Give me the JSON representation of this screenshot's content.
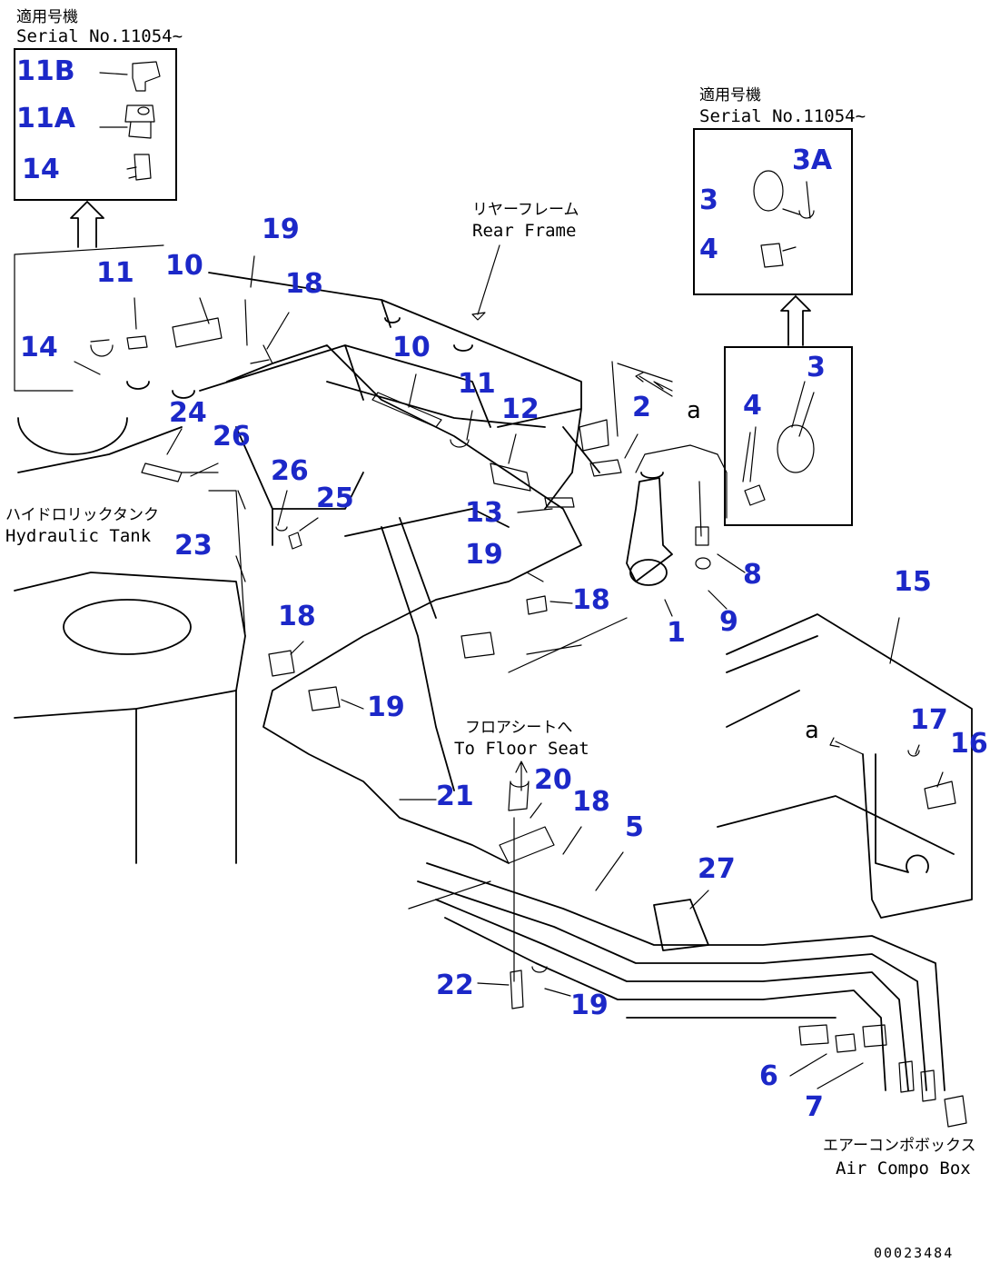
{
  "inset_left": {
    "jp_title": "適用号機",
    "serial": "Serial No.11054~",
    "parts": [
      "11B",
      "11A",
      "14"
    ]
  },
  "inset_right": {
    "jp_title": "適用号機",
    "serial": "Serial No.11054~",
    "parts": [
      "3A",
      "3",
      "4"
    ]
  },
  "labels": {
    "rear_frame_jp": "リヤーフレーム",
    "rear_frame_en": "Rear Frame",
    "hyd_tank_jp": "ハイドロリックタンク",
    "hyd_tank_en": "Hydraulic Tank",
    "floor_seat_jp": "フロアシートへ",
    "floor_seat_en": "To Floor Seat",
    "air_box_jp": "エアーコンポボックス",
    "air_box_en": "Air Compo Box",
    "view_a_1": "a",
    "view_a_2": "a"
  },
  "callouts": {
    "c11": "11",
    "c10": "10",
    "c19a": "19",
    "c18a": "18",
    "c14": "14",
    "c10b": "10",
    "c11b": "11",
    "c12": "12",
    "c2": "2",
    "c24": "24",
    "c26a": "26",
    "c26b": "26",
    "c25": "25",
    "c23": "23",
    "c13": "13",
    "c19b": "19",
    "c18b": "18",
    "c1": "1",
    "c9": "9",
    "c8": "8",
    "c4": "4",
    "c3": "3",
    "c15": "15",
    "c18c": "18",
    "c19c": "19",
    "c17": "17",
    "c16": "16",
    "c21": "21",
    "c20": "20",
    "c18d": "18",
    "c5": "5",
    "c27": "27",
    "c22": "22",
    "c19d": "19",
    "c6": "6",
    "c7": "7"
  },
  "doc_number": "00023484"
}
